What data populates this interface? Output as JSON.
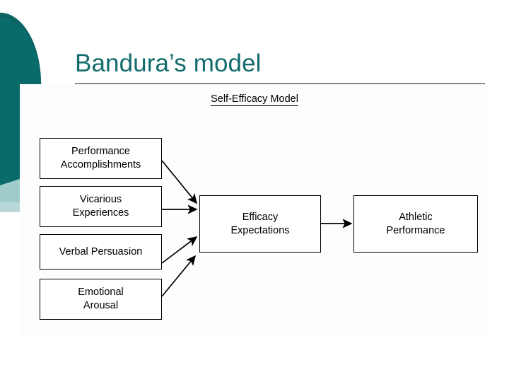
{
  "slide": {
    "title": "Bandura’s model",
    "title_color": "#136b6b",
    "background_color": "#ffffff"
  },
  "ornament": {
    "dark_teal": "#0a6b6b",
    "mid_teal": "#0d6f6f",
    "light_teal": "#9fcbcb",
    "pale_teal": "#b9d7d7"
  },
  "diagram": {
    "heading": "Self-Efficacy Model",
    "canvas_color": "#fdfdfd",
    "border_color": "#000000",
    "sources": [
      {
        "id": "performance",
        "line1": "Performance",
        "line2": "Accomplishments"
      },
      {
        "id": "vicarious",
        "line1": "Vicarious",
        "line2": "Experiences"
      },
      {
        "id": "verbal",
        "line1": "Verbal Persuasion",
        "line2": ""
      },
      {
        "id": "emotional",
        "line1": "Emotional",
        "line2": "Arousal"
      }
    ],
    "mediator": {
      "id": "efficacy",
      "line1": "Efficacy",
      "line2": "Expectations"
    },
    "outcome": {
      "id": "athletic",
      "line1": "Athletic",
      "line2": "Performance"
    }
  }
}
